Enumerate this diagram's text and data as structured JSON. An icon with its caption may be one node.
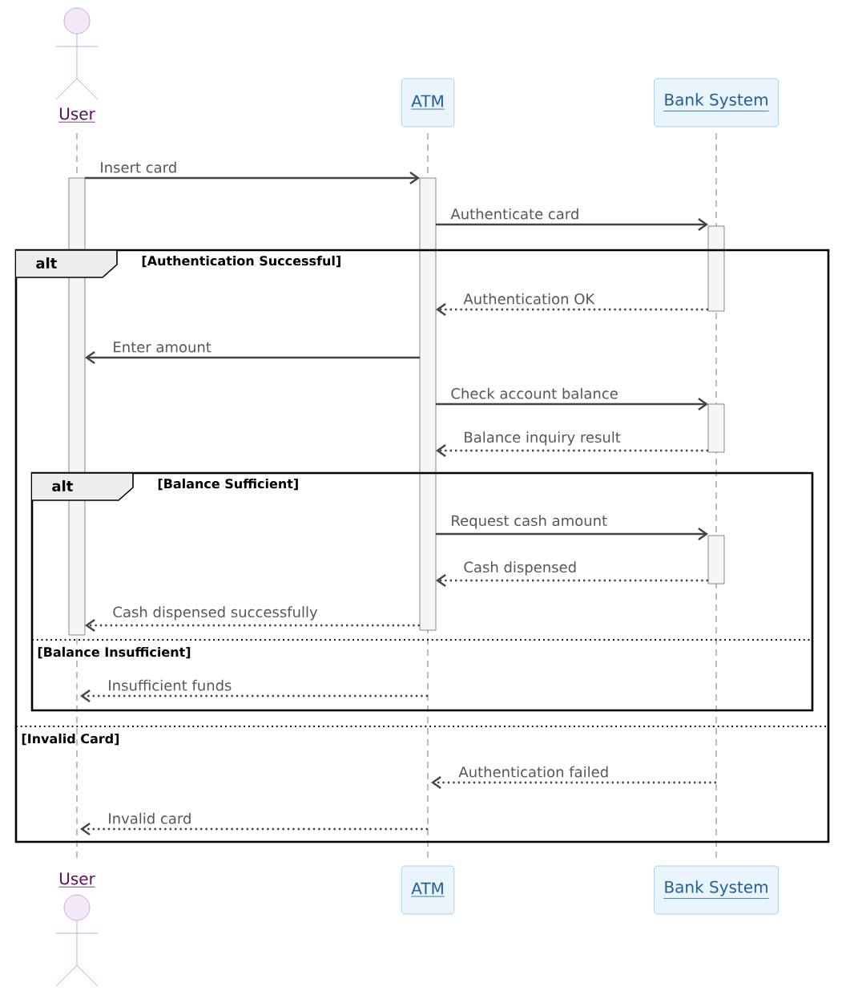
{
  "diagram": {
    "nodes": [
      {
        "text": [
          "User"
        ]
      },
      {
        "text": [
          "ATM"
        ]
      },
      {
        "text": [
          "Bank System"
        ]
      },
      {
        "text": [],
        "shape": "line"
      },
      {
        "text": [],
        "shape": "line"
      },
      {
        "text": [],
        "shape": "line"
      },
      {
        "text": [
          "User"
        ]
      },
      {
        "text": [
          "ATM"
        ]
      },
      {
        "text": [
          "Bank System"
        ]
      }
    ],
    "edges": [
      {
        "from": 3,
        "to": 4,
        "arrow": "to",
        "label": "Insert card"
      },
      {
        "from": 4,
        "to": 5,
        "arrow": "to",
        "label": "Authenticate card"
      },
      {
        "from": 5,
        "to": 4,
        "arrow": "to",
        "label": "Authentication OK",
        "style": "dashed"
      },
      {
        "from": 4,
        "to": 3,
        "arrow": "to",
        "label": "Enter amount"
      },
      {
        "from": 4,
        "to": 5,
        "arrow": "to",
        "label": "Check account balance"
      },
      {
        "from": 5,
        "to": 4,
        "arrow": "to",
        "label": "Balance inquiry result",
        "style": "dashed"
      },
      {
        "from": 4,
        "to": 5,
        "arrow": "to",
        "label": "Request cash amount"
      },
      {
        "from": 5,
        "to": 4,
        "arrow": "to",
        "label": "Cash dispensed",
        "style": "dashed"
      },
      {
        "from": 4,
        "to": 3,
        "arrow": "to",
        "label": "Cash dispensed successfully",
        "style": "dashed"
      },
      {
        "from": 4,
        "to": 3,
        "arrow": "to",
        "label": "Insufficient funds",
        "style": "dashed"
      },
      {
        "from": 5,
        "to": 4,
        "arrow": "to",
        "label": "Authentication failed",
        "style": "dashed"
      },
      {
        "from": 4,
        "to": 3,
        "arrow": "to",
        "label": "Invalid card",
        "style": "dashed"
      }
    ],
    "labels": [
      "alt",
      "[Authentication Successful]",
      "alt",
      "[Balance Sufficient]",
      "[Balance Insufficient]",
      "[Invalid Card]"
    ]
  }
}
